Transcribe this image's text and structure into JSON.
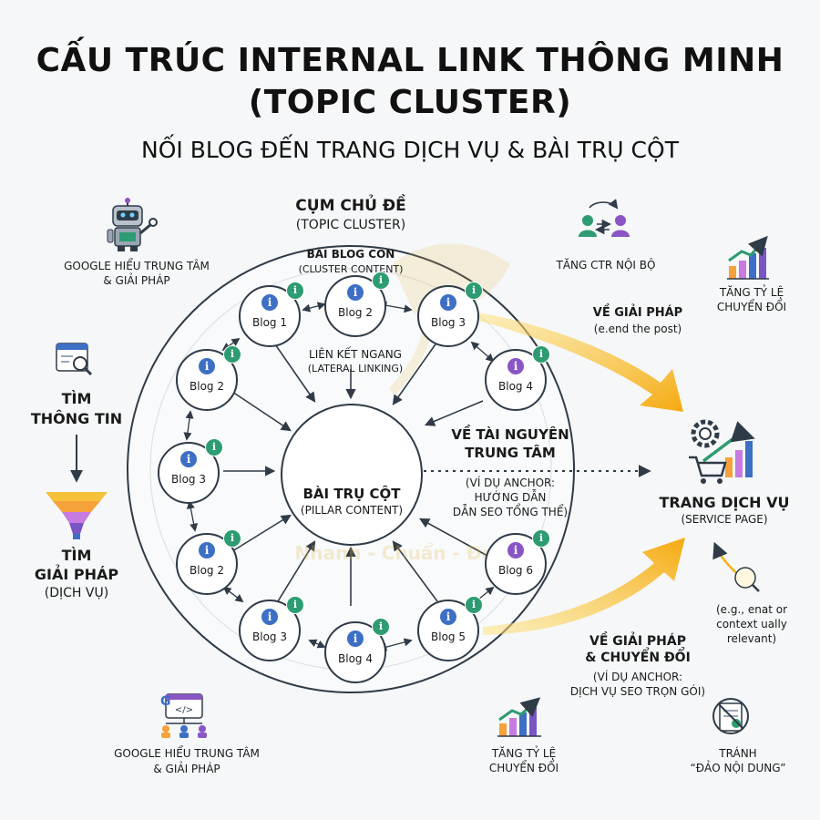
{
  "title_line1": "CẤU TRÚC INTERNAL LINK THÔNG MINH",
  "title_line2": "(TOPIC CLUSTER)",
  "subtitle": "NỐI BLOG ĐẾN TRANG DỊCH VỤ & BÀI TRỤ CỘT",
  "cluster": {
    "title": "CỤM CHỦ ĐỀ",
    "subtitle": "(TOPIC CLUSTER)"
  },
  "cluster_content": {
    "title": "BÀI BLOG CON",
    "subtitle": "(CLUSTER CONTENT)"
  },
  "lateral": {
    "title": "LIÊN KẾT NGANG",
    "subtitle": "(LATERAL LINKING)"
  },
  "pillar": {
    "title": "BÀI TRỤ CỘT",
    "subtitle": "(PILLAR CONTENT)"
  },
  "blogs": [
    {
      "label": "Blog 1",
      "color": "#3d6fc4"
    },
    {
      "label": "Blog 2",
      "color": "#3d6fc4"
    },
    {
      "label": "Blog 3",
      "color": "#3d6fc4"
    },
    {
      "label": "Blog 4",
      "color": "#8a55c4"
    },
    {
      "label": "Blog 6",
      "color": "#8a55c4"
    },
    {
      "label": "Blog 5",
      "color": "#3d6fc4"
    },
    {
      "label": "Blog 4",
      "color": "#3d6fc4"
    },
    {
      "label": "Blog 3",
      "color": "#3d6fc4"
    },
    {
      "label": "Blog 2",
      "color": "#3d6fc4"
    },
    {
      "label": "Blog 3",
      "color": "#3d6fc4"
    },
    {
      "label": "Blog 2",
      "color": "#3d6fc4"
    }
  ],
  "node_badge": "i",
  "left_top": {
    "line1": "GOOGLE HIỂU TRUNG TÂM",
    "line2": "& GIẢI PHÁP"
  },
  "left_bottom": {
    "line1": "GOOGLE HIỂU TRUNG TÂM",
    "line2": "& GIẢI PHÁP"
  },
  "funnel": {
    "top_line1": "TÌM",
    "top_line2": "THÔNG TIN",
    "bottom_line1": "TÌM",
    "bottom_line2": "GIẢI PHÁP",
    "bottom_line3": "(DỊCH VỤ)"
  },
  "ctr": "TĂNG CTR NỘI BỘ",
  "conversion_top": {
    "line1": "TĂNG TỶ LỆ",
    "line2": "CHUYỂN ĐỔI"
  },
  "solution_top": {
    "line1": "VỀ GIẢI PHÁP",
    "line2": "(e.end the post)"
  },
  "resource": {
    "line1": "VỀ TÀI NGUYÊN",
    "line2": "TRUNG TÂM",
    "line3": "(VÍ DỤ ANCHOR:",
    "line4": "HƯỚNG DẪN",
    "line5": "DẪN SEO TỔNG THỂ)"
  },
  "service_page": {
    "title": "TRANG DỊCH VỤ",
    "subtitle": "(SERVICE PAGE)"
  },
  "contextual": {
    "line1": "(e.g., enat or",
    "line2": "context ually",
    "line3": "relevant)"
  },
  "solution_bottom": {
    "line1": "VỀ GIẢI PHÁP",
    "line2": "& CHUYỂN ĐỔI",
    "line3": "(VÍ DỤ ANCHOR:",
    "line4": "DỊCH VỤ SEO TRỌN GÓI)"
  },
  "conversion_bottom": {
    "line1": "TĂNG TỶ LỆ",
    "line2": "CHUYỂN ĐỔI"
  },
  "avoid": {
    "line1": "TRÁNH",
    "line2": "“ĐẢO NỘI DUNG”"
  },
  "watermark": "Nhanh - Chuẩn - Đẹp",
  "colors": {
    "arrow_gold": "#f5b21a",
    "dark": "#2f3b47",
    "green": "#2e9c72",
    "blue": "#3d6fc4",
    "purple": "#8a55c4"
  }
}
